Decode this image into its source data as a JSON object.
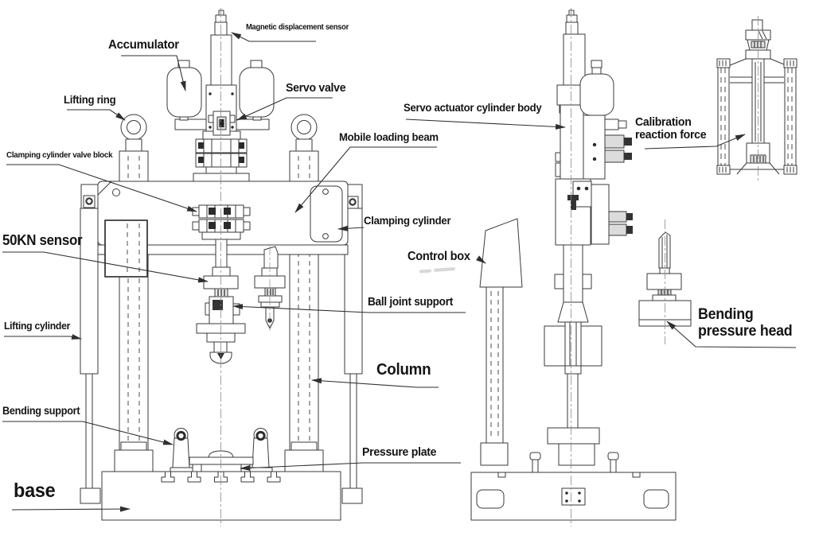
{
  "diagram": {
    "colors": {
      "background": "#ffffff",
      "line": "#3a3a3a",
      "label_text": "#141414",
      "leader": "#2f2f2f",
      "dark_accent": "#2b2b2b",
      "watermark": "#b9b9b9"
    },
    "labels": {
      "magnetic_displacement_sensor": "Magnetic displacement sensor",
      "accumulator": "Accumulator",
      "servo_valve": "Servo valve",
      "lifting_ring": "Lifting ring",
      "mobile_loading_beam": "Mobile loading beam",
      "clamping_cylinder_valve_block": "Clamping cylinder valve block",
      "clamping_cylinder": "Clamping cylinder",
      "sensor_50kn": "50KN sensor",
      "control_box": "Control box",
      "ball_joint_support": "Ball joint support",
      "lifting_cylinder": "Lifting cylinder",
      "column": "Column",
      "bending_support": "Bending support",
      "pressure_plate": "Pressure plate",
      "base": "base",
      "servo_actuator_cylinder_body": "Servo actuator cylinder body",
      "calibration_reaction_force_line1": "Calibration",
      "calibration_reaction_force_line2": "reaction force",
      "bending_pressure_head_line1": "Bending",
      "bending_pressure_head_line2": "pressure head"
    }
  }
}
